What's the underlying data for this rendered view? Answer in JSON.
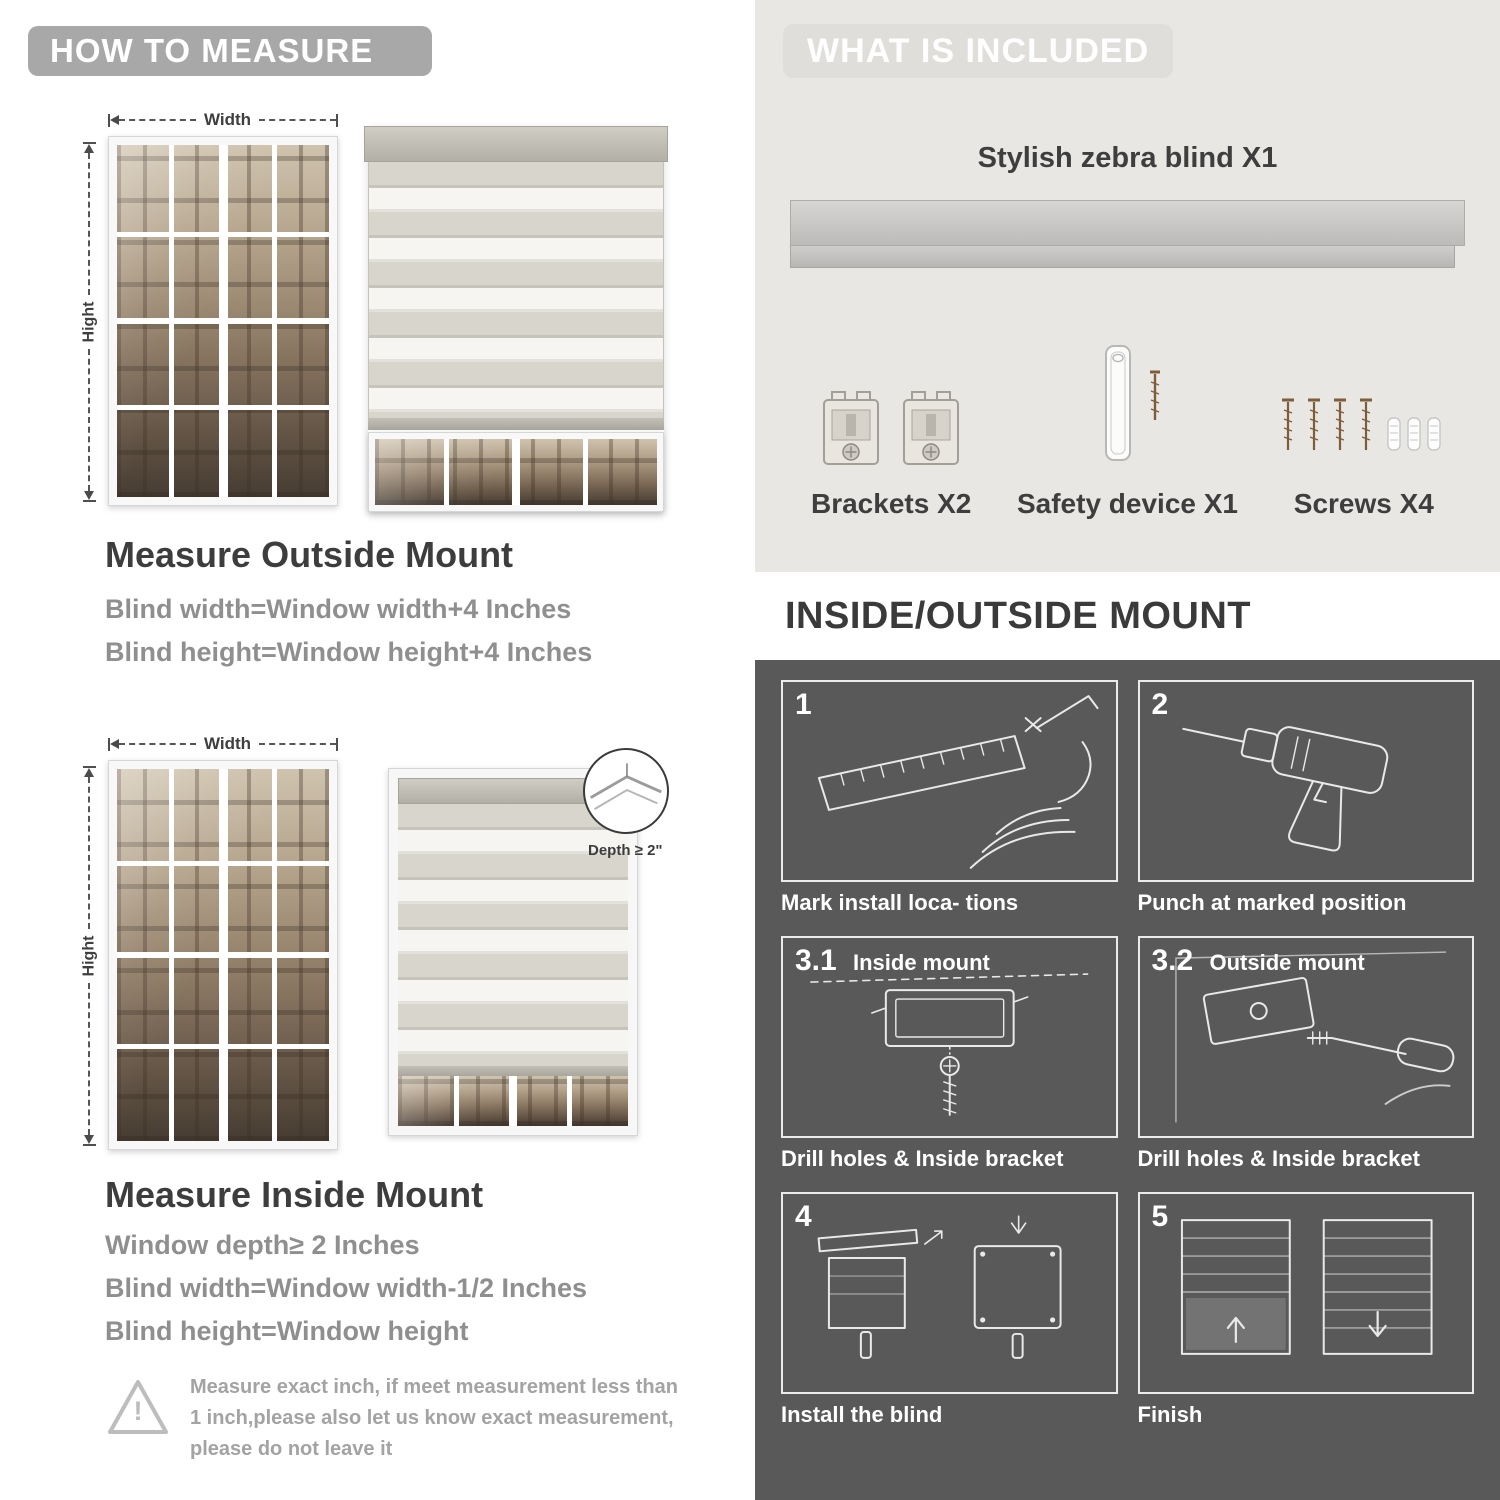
{
  "colors": {
    "header_pill": "#a8a8a8",
    "light_section": "#e9e7e4",
    "dark_section": "#595959"
  },
  "left": {
    "header": "HOW TO MEASURE",
    "outside": {
      "width_label": "Width",
      "height_label": "Hight",
      "title": "Measure Outside Mount",
      "line1": "Blind width=Window width+4 Inches",
      "line2": "Blind height=Window height+4 Inches"
    },
    "inside": {
      "width_label": "Width",
      "height_label": "Hight",
      "depth_label": "Depth ≥ 2\"",
      "title": "Measure Inside Mount",
      "line1": "Window depth≥ 2 Inches",
      "line2": "Blind width=Window width-1/2 Inches",
      "line3": "Blind height=Window height"
    },
    "note": {
      "icon": "!",
      "text": "Measure exact inch, if meet measurement less than 1 inch,please also let us know exact measurement, please do not leave it"
    }
  },
  "right": {
    "included": {
      "header": "WHAT IS INCLUDED",
      "blind_label": "Stylish zebra blind X1",
      "items": [
        {
          "label": "Brackets X2"
        },
        {
          "label": "Safety device X1"
        },
        {
          "label": "Screws X4"
        }
      ]
    },
    "mount": {
      "header": "INSIDE/OUTSIDE MOUNT",
      "steps": [
        {
          "num": "1",
          "label": "",
          "caption": "Mark install loca- tions"
        },
        {
          "num": "2",
          "label": "",
          "caption": "Punch at  marked position"
        },
        {
          "num": "3.1",
          "label": "Inside mount",
          "caption": "Drill holes &  Inside bracket"
        },
        {
          "num": "3.2",
          "label": "Outside mount",
          "caption": "Drill holes &  Inside bracket"
        },
        {
          "num": "4",
          "label": "",
          "caption": "Install the blind"
        },
        {
          "num": "5",
          "label": "",
          "caption": "Finish"
        }
      ]
    }
  }
}
